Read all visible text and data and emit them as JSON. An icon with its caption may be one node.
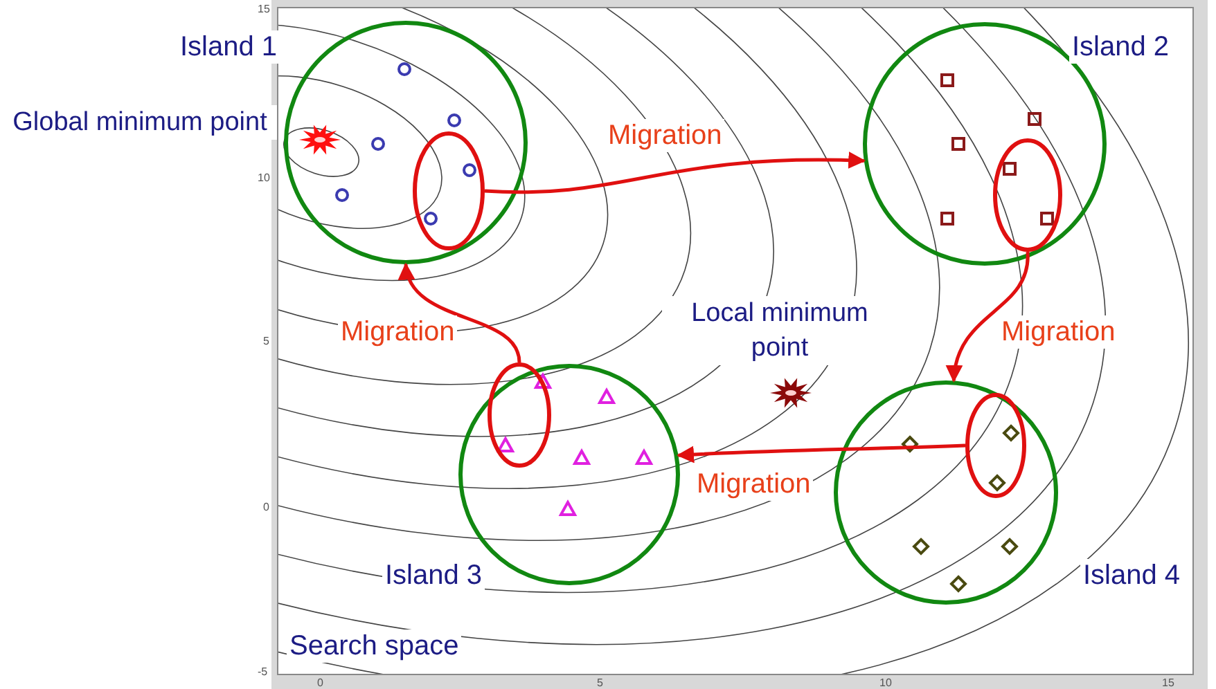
{
  "diagram": {
    "nodes": [
      {
        "text": [
          "Island 1"
        ]
      },
      {
        "text": [],
        "shape": "ellipse",
        "in": 0
      },
      {
        "text": [
          "Island 2"
        ]
      },
      {
        "text": [],
        "shape": "ellipse",
        "in": 2
      },
      {
        "text": [
          "Island 3"
        ]
      },
      {
        "text": [],
        "shape": "ellipse",
        "in": 4
      },
      {
        "text": [
          "Island 4"
        ]
      },
      {
        "text": [],
        "shape": "ellipse",
        "in": 6
      }
    ],
    "edges": [
      {
        "from": 1,
        "to": 2,
        "arrow": "to",
        "label": "Migration"
      },
      {
        "from": 3,
        "to": 6,
        "arrow": "to",
        "label": "Migration"
      },
      {
        "from": 7,
        "to": 4,
        "arrow": "to",
        "label": "Migration"
      },
      {
        "from": 5,
        "to": 0,
        "arrow": "to",
        "label": "Migration"
      }
    ],
    "labels": [
      "15",
      "10",
      "5",
      "0",
      "-5",
      "0",
      "5",
      "10",
      "15",
      "Global minimum point",
      "Local minimum point",
      "Search space"
    ]
  }
}
